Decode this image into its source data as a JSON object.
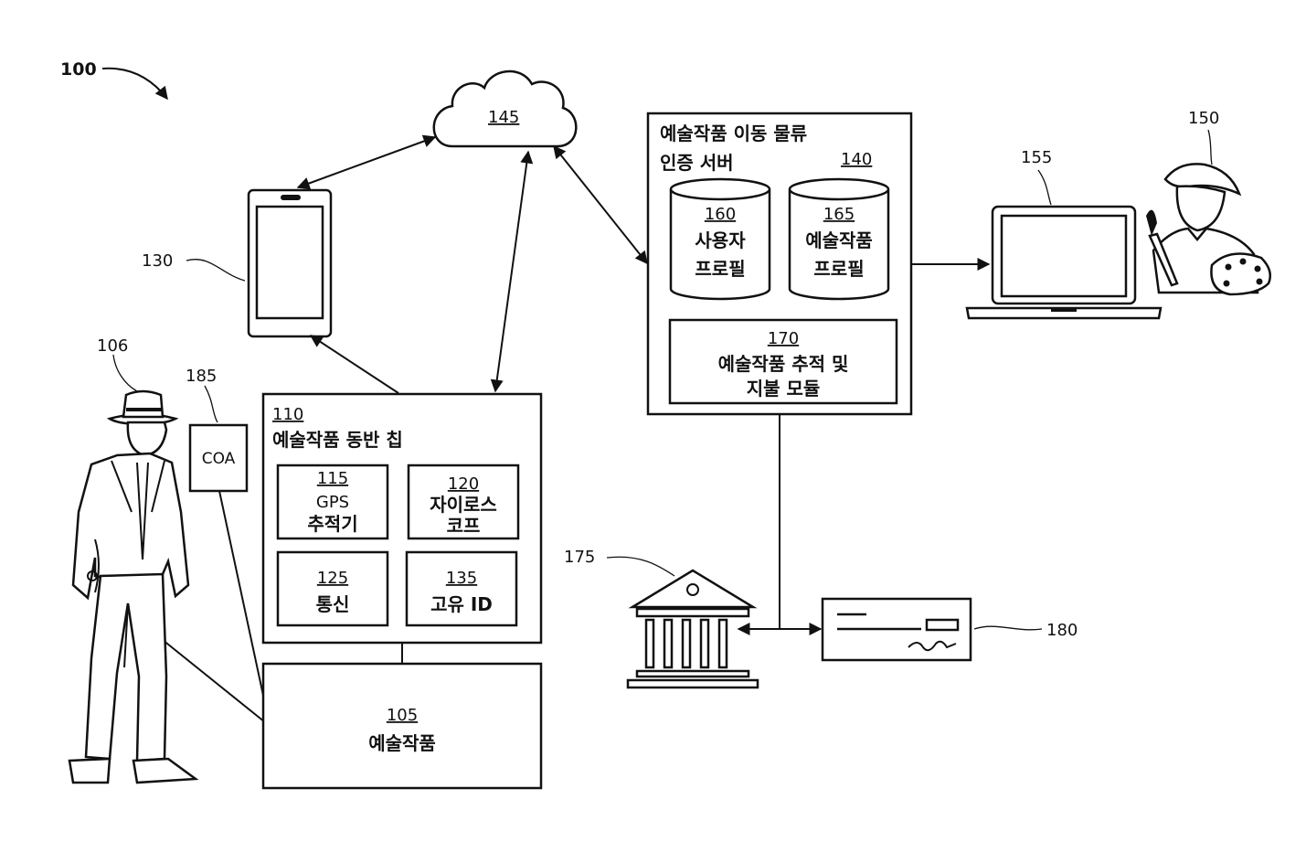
{
  "figure": {
    "ref": "100",
    "cloud": {
      "ref": "145"
    },
    "mobile": {
      "ref": "130"
    },
    "collector": {
      "ref": "106"
    },
    "coa": {
      "ref": "185",
      "label": "COA"
    },
    "chip": {
      "ref": "110",
      "title": "예술작품 동반 칩",
      "modules": [
        {
          "ref": "115",
          "line1": "GPS",
          "line2": "추적기"
        },
        {
          "ref": "120",
          "line1": "자이로스",
          "line2": "코프"
        },
        {
          "ref": "125",
          "line1": "통신"
        },
        {
          "ref": "135",
          "line1": "고유 ID"
        }
      ]
    },
    "artwork": {
      "ref": "105",
      "label": "예술작품"
    },
    "server": {
      "ref": "140",
      "title_line1": "예술작품 이동 물류",
      "title_line2": "인증 서버",
      "user_db": {
        "ref": "160",
        "line1": "사용자",
        "line2": "프로필"
      },
      "art_db": {
        "ref": "165",
        "line1": "예술작품",
        "line2": "프로필"
      },
      "tracking": {
        "ref": "170",
        "line1": "예술작품 추적 및",
        "line2": "지불 모듈"
      }
    },
    "laptop": {
      "ref": "155"
    },
    "artist": {
      "ref": "150"
    },
    "bank": {
      "ref": "175"
    },
    "check": {
      "ref": "180"
    }
  }
}
